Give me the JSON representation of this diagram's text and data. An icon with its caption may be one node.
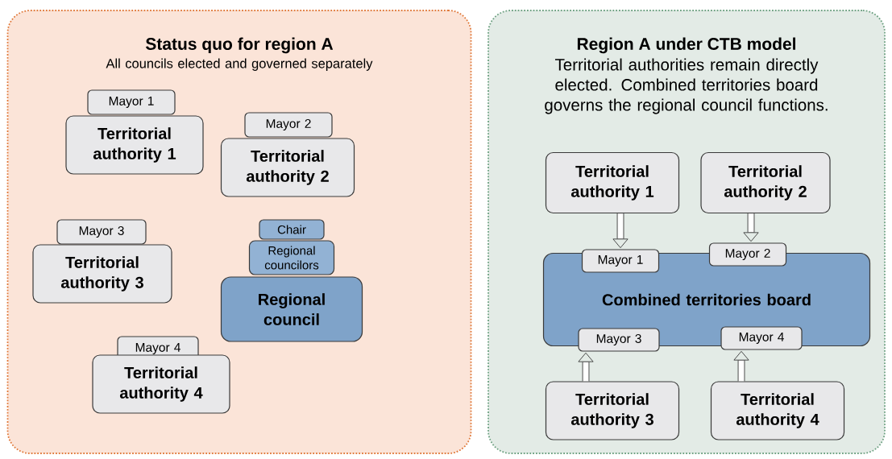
{
  "diagram": {
    "nodes": [
      {
        "text": [
          "Status quo for region A",
          "All councils elected and governed separately"
        ]
      },
      {
        "text": [
          "Mayor 1"
        ],
        "in": 0
      },
      {
        "text": [
          "Territorial authority 1"
        ],
        "in": 0
      },
      {
        "text": [
          "Mayor 2"
        ],
        "in": 0
      },
      {
        "text": [
          "Territorial authority 2"
        ],
        "in": 0
      },
      {
        "text": [
          "Mayor 3"
        ],
        "in": 0
      },
      {
        "text": [
          "Territorial authority 3"
        ],
        "in": 0
      },
      {
        "text": [
          "Chair"
        ],
        "in": 0
      },
      {
        "text": [
          "Regional councilors"
        ],
        "in": 0
      },
      {
        "text": [
          "Regional council"
        ],
        "in": 0
      },
      {
        "text": [
          "Mayor 4"
        ],
        "in": 0
      },
      {
        "text": [
          "Territorial authority 4"
        ],
        "in": 0
      },
      {
        "text": [
          "Region A under CTB model",
          "Territorial authorities remain directly elected. Combined territories board governs the regional council functions."
        ]
      },
      {
        "text": [
          "Territorial authority 1"
        ],
        "in": 12
      },
      {
        "text": [
          "Territorial authority 2"
        ],
        "in": 12
      },
      {
        "text": [
          "Mayor 1"
        ],
        "in": 12
      },
      {
        "text": [
          "Mayor 2"
        ],
        "in": 12
      },
      {
        "text": [
          "Combined territories board"
        ],
        "in": 12
      },
      {
        "text": [
          "Mayor 3"
        ],
        "in": 12
      },
      {
        "text": [
          "Mayor 4"
        ],
        "in": 12
      },
      {
        "text": [
          "Territorial authority 3"
        ],
        "in": 12
      },
      {
        "text": [
          "Territorial authority 4"
        ],
        "in": 12
      }
    ],
    "edges": [
      {
        "from": 13,
        "to": 15,
        "arrow": "to"
      },
      {
        "from": 14,
        "to": 16,
        "arrow": "to"
      },
      {
        "from": 20,
        "to": 18,
        "arrow": "to"
      },
      {
        "from": 21,
        "to": 19,
        "arrow": "to"
      }
    ]
  }
}
